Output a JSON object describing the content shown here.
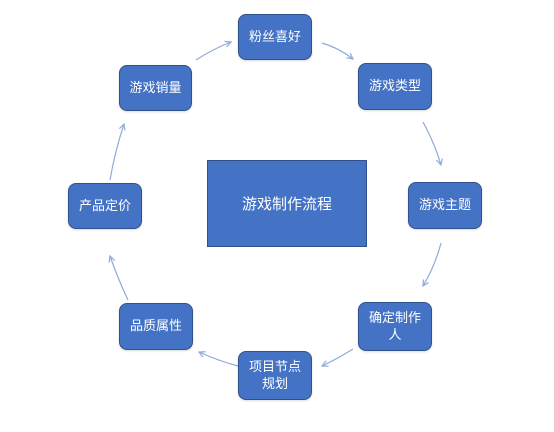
{
  "diagram": {
    "center": {
      "label": "游戏制作流程"
    },
    "nodes": [
      {
        "id": "fan-preference",
        "label": "粉丝喜好"
      },
      {
        "id": "game-type",
        "label": "游戏类型"
      },
      {
        "id": "game-theme",
        "label": "游戏主题"
      },
      {
        "id": "determine-producer",
        "label": "确定制作人"
      },
      {
        "id": "project-milestone-planning",
        "label": "项目节点规划"
      },
      {
        "id": "quality-attributes",
        "label": "品质属性"
      },
      {
        "id": "product-pricing",
        "label": "产品定价"
      },
      {
        "id": "game-sales",
        "label": "游戏销量"
      }
    ],
    "colors": {
      "node_fill": "#4472c4",
      "node_border": "#2f528f",
      "arrow": "#8faadc",
      "text": "#ffffff"
    }
  }
}
